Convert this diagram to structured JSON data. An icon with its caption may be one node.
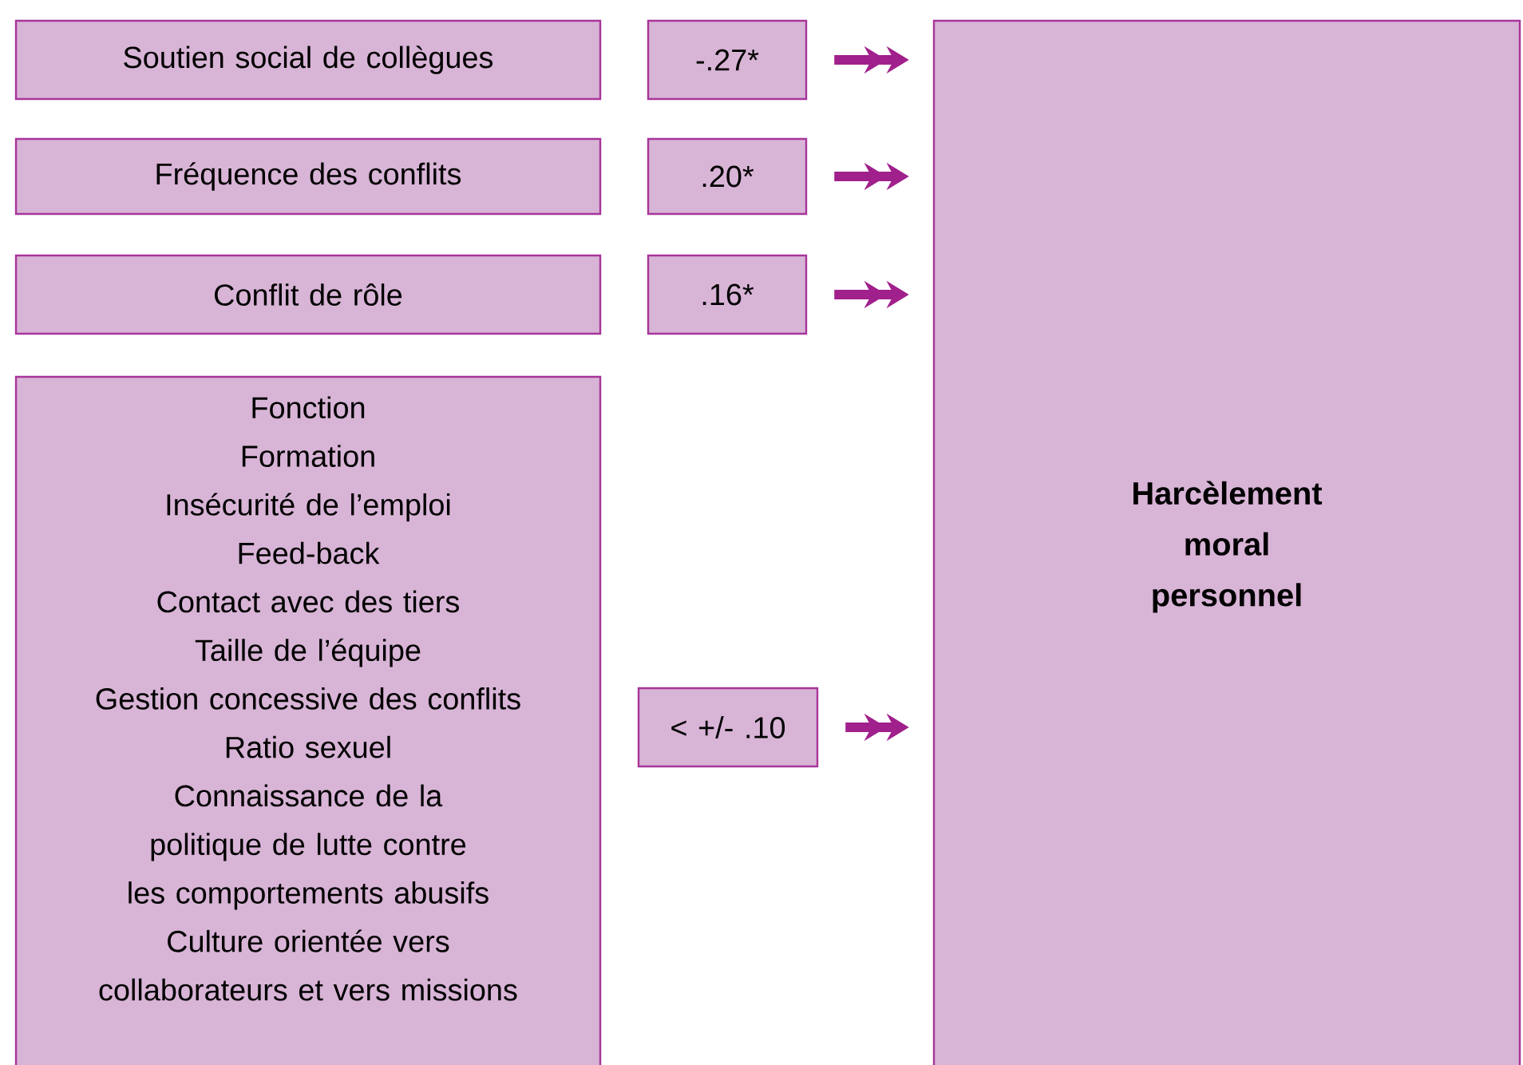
{
  "diagram": {
    "nodes": [
      {
        "text": [
          "Soutien social de collègues"
        ]
      },
      {
        "text": [
          "-.27*"
        ]
      },
      {
        "text": [
          "Fréquence des conflits"
        ]
      },
      {
        "text": [
          ".20*"
        ]
      },
      {
        "text": [
          "Conflit de rôle"
        ]
      },
      {
        "text": [
          ".16*"
        ]
      },
      {
        "text": [
          "Fonction",
          "Formation",
          "Insécurité de l’emploi",
          "Feed-back",
          "Contact avec des tiers",
          "Taille de l’équipe",
          "Gestion concessive des conflits",
          "Ratio sexuel",
          "Connaissance de la politique de lutte contre les comportements abusifs",
          "Culture orientée vers collaborateurs et vers missions"
        ]
      },
      {
        "text": [
          "< +/- .10"
        ]
      },
      {
        "text": [
          "Harcèlement moral personnel"
        ]
      }
    ],
    "edges": [
      {
        "from": 1,
        "to": 8,
        "arrow": "to"
      },
      {
        "from": 3,
        "to": 8,
        "arrow": "to"
      },
      {
        "from": 5,
        "to": 8,
        "arrow": "to"
      },
      {
        "from": 7,
        "to": 8,
        "arrow": "to"
      }
    ]
  }
}
